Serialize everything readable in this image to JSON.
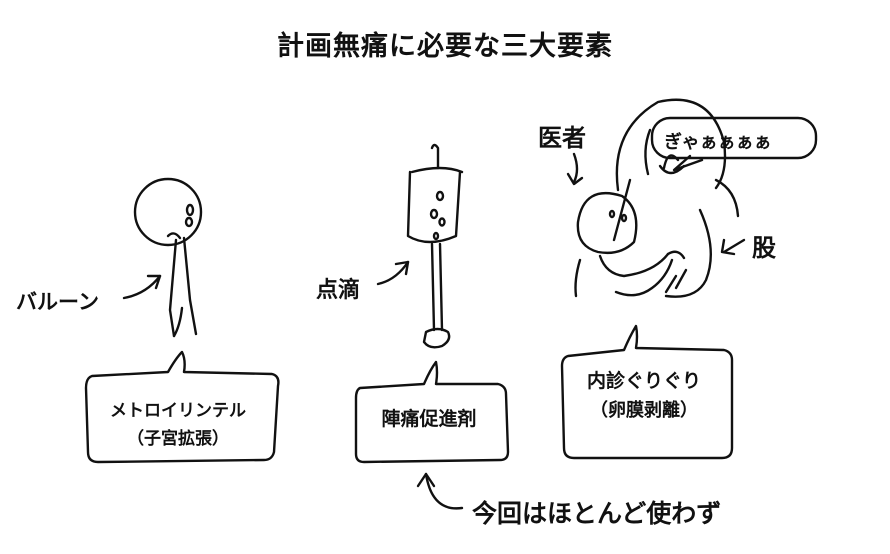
{
  "title": "計画無痛に必要な三大要素",
  "items": [
    {
      "label": "バルーン",
      "box_name": "メトロイリンテル",
      "box_sub": "（子宮拡張）"
    },
    {
      "label": "点滴",
      "box_name": "陣痛促進剤"
    },
    {
      "box_name": "内診ぐりぐり",
      "box_sub": "（卵膜剥離）"
    }
  ],
  "doctor_label": "医者",
  "scream": "ぎゃぁぁぁぁ",
  "thigh_label": "股",
  "note": "今回はほとんど使わず"
}
